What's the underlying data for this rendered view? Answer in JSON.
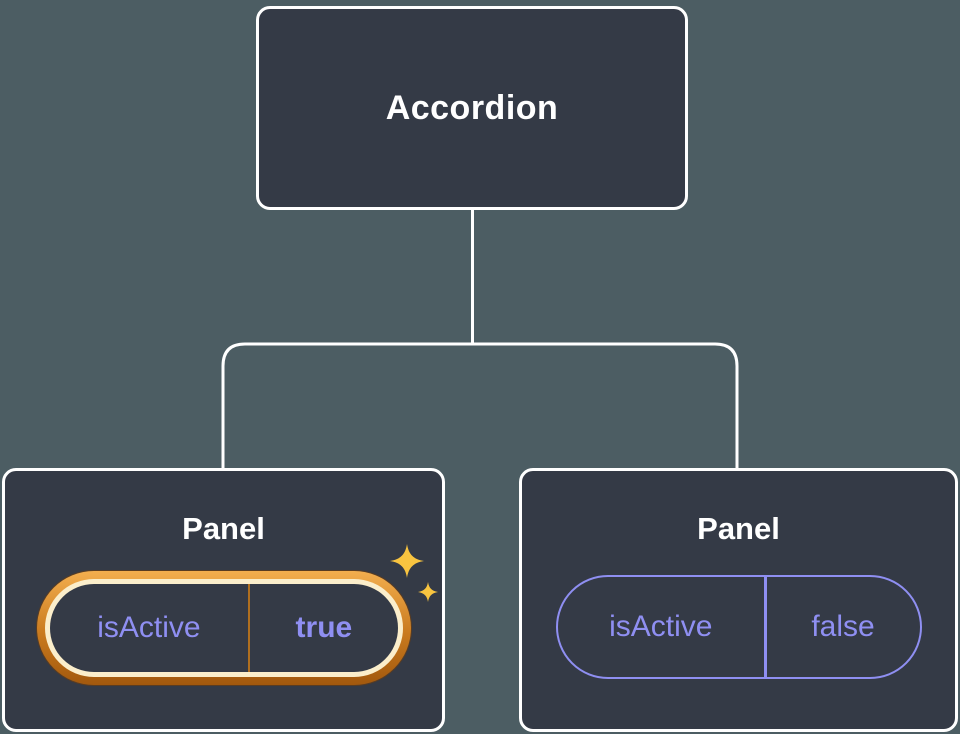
{
  "tree": {
    "root": {
      "label": "Accordion"
    },
    "panels": [
      {
        "title": "Panel",
        "prop_name": "isActive",
        "prop_value": "true",
        "active": true,
        "highlight_icon": "sparkles-icon"
      },
      {
        "title": "Panel",
        "prop_name": "isActive",
        "prop_value": "false",
        "active": false
      }
    ]
  },
  "colors": {
    "background": "#4c5d63",
    "node_fill": "#343a46",
    "node_border": "#ffffff",
    "prop_text_purple": "#8f8ff2",
    "active_ring_gold": "#f3ae4e",
    "active_ring_dark_orange": "#a2580d",
    "active_ring_cream": "#fbeecb",
    "sparkle_gold": "#f8c440"
  }
}
